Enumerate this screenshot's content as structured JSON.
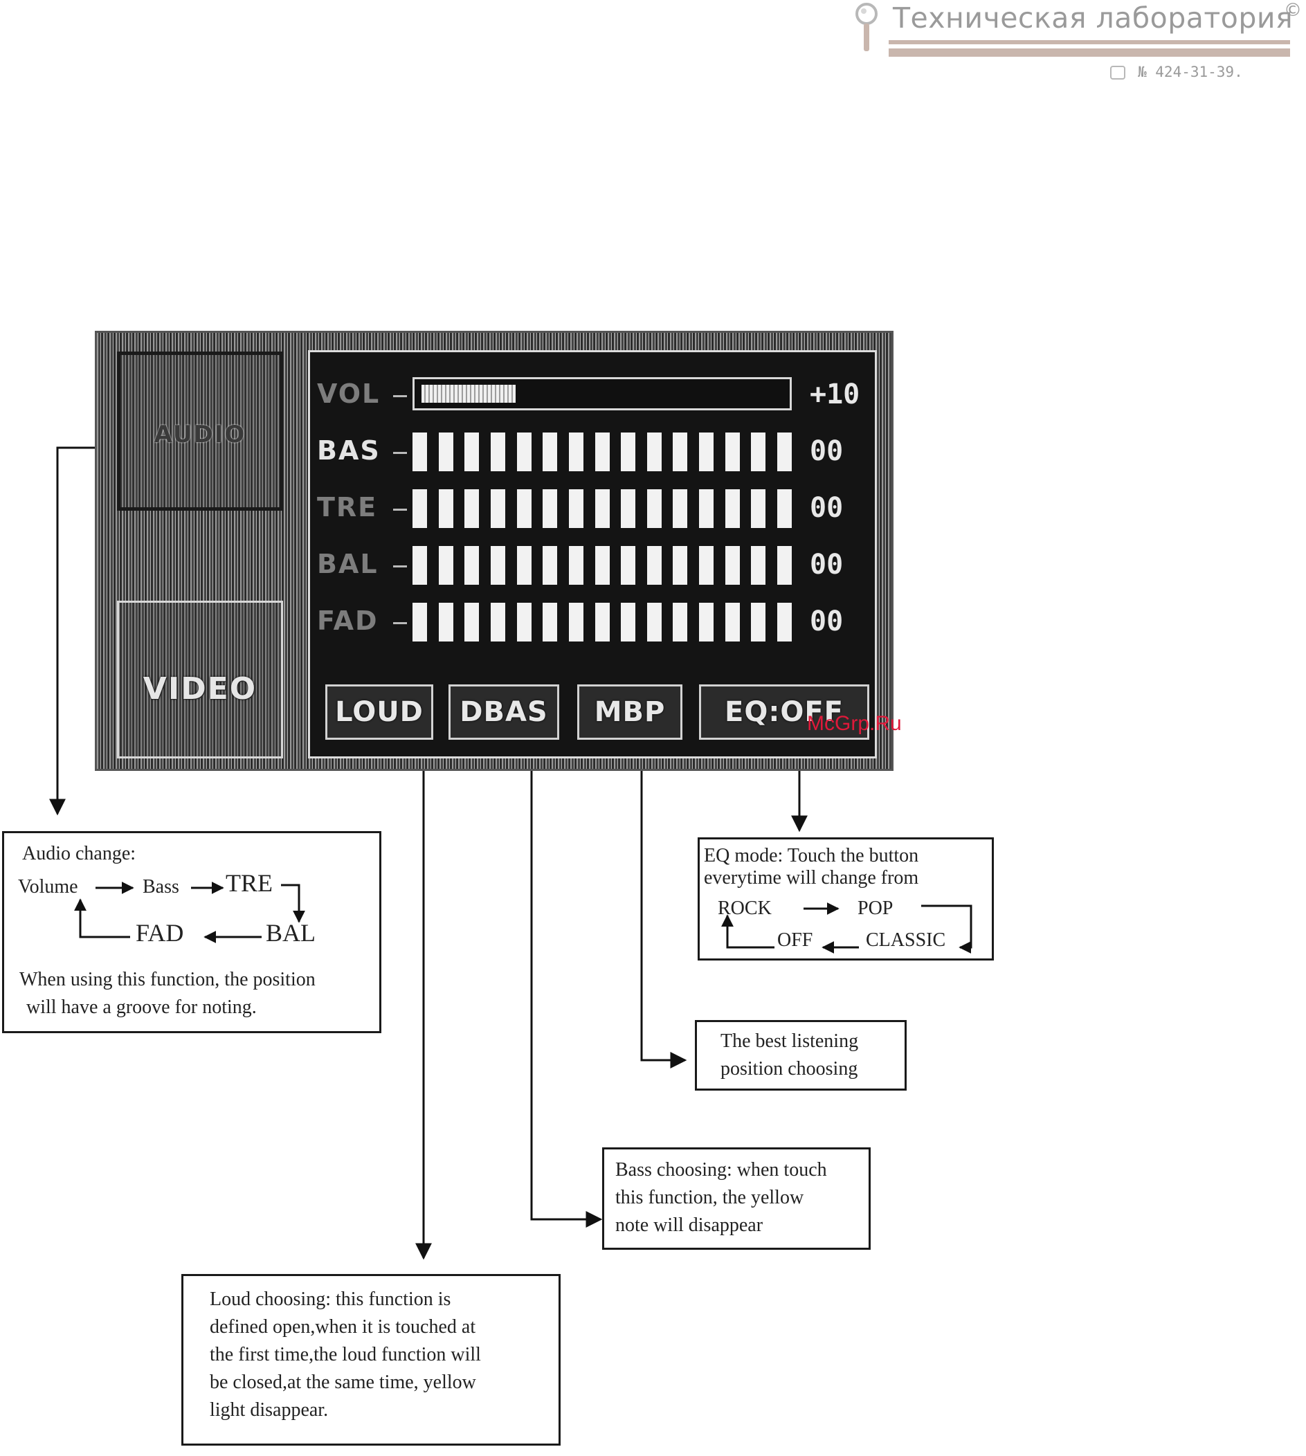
{
  "watermark": {
    "title": "Техническая лаборатория",
    "copyright": "©",
    "phone": "№ 424-31-39."
  },
  "screen": {
    "side_buttons": {
      "audio": "AUDIO",
      "video": "VIDEO"
    },
    "volume": {
      "label": "VOL",
      "value": "+10",
      "level_fraction": 0.26
    },
    "rows": [
      {
        "label": "BAS",
        "value": "00"
      },
      {
        "label": "TRE",
        "value": "00"
      },
      {
        "label": "BAL",
        "value": "00"
      },
      {
        "label": "FAD",
        "value": "00"
      }
    ],
    "bottom_buttons": {
      "loud": "LOUD",
      "dbas": "DBAS",
      "mbp": "MBP",
      "eq": "EQ:OFF"
    },
    "source_watermark": "McGrp.Ru"
  },
  "notes": {
    "audio": {
      "title": "Audio change:",
      "cycle": {
        "volume": "Volume",
        "bass": "Bass",
        "tre": "TRE",
        "bal": "BAL",
        "fad": "FAD"
      },
      "line1": "When using this function, the position",
      "line2": "will have a groove for noting."
    },
    "eq": {
      "line1": "EQ mode: Touch the button",
      "line2": "everytime will change from",
      "cycle": {
        "rock": "ROCK",
        "pop": "POP",
        "classic": "CLASSIC",
        "off": "OFF"
      }
    },
    "mbp": {
      "line1": "The best listening",
      "line2": "position choosing"
    },
    "dbas": {
      "line1": "Bass choosing: when touch",
      "line2": "this function, the yellow",
      "line3": "note will disappear"
    },
    "loud": {
      "line1": "Loud choosing: this function is",
      "line2": "defined open,when it is touched at",
      "line3": "the first time,the loud function will",
      "line4": "be closed,at the same time, yellow",
      "line5": "light disappear."
    }
  }
}
